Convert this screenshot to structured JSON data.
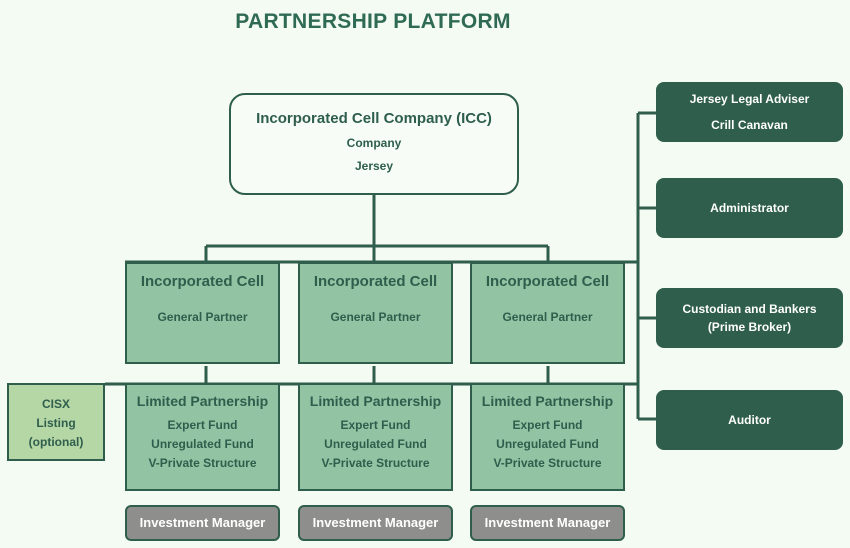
{
  "title": "PARTNERSHIP PLATFORM",
  "icc": {
    "name": "Incorporated Cell Company (ICC)",
    "type": "Company",
    "jurisdiction": "Jersey"
  },
  "cells": [
    {
      "name": "Incorporated Cell",
      "role": "General Partner"
    },
    {
      "name": "Incorporated Cell",
      "role": "General Partner"
    },
    {
      "name": "Incorporated Cell",
      "role": "General Partner"
    }
  ],
  "partnerships": [
    {
      "name": "Limited Partnership",
      "lines": [
        "Expert Fund",
        "Unregulated Fund",
        "V-Private Structure"
      ]
    },
    {
      "name": "Limited Partnership",
      "lines": [
        "Expert Fund",
        "Unregulated Fund",
        "V-Private Structure"
      ]
    },
    {
      "name": "Limited Partnership",
      "lines": [
        "Expert Fund",
        "Unregulated Fund",
        "V-Private Structure"
      ]
    }
  ],
  "managers": [
    "Investment Manager",
    "Investment Manager",
    "Investment Manager"
  ],
  "cisx": [
    "CISX",
    "Listing",
    "(optional)"
  ],
  "advisers": [
    {
      "lines": [
        "Jersey Legal Adviser",
        "Crill Canavan"
      ]
    },
    {
      "lines": [
        "Administrator"
      ]
    },
    {
      "lines": [
        "Custodian and Bankers",
        "(Prime Broker)"
      ]
    },
    {
      "lines": [
        "Auditor"
      ]
    }
  ],
  "colors": {
    "dark_green": "#2f5e4c",
    "cell_green": "#92c4a4",
    "cisx_green": "#b5d7a5",
    "manager_gray": "#8e8f8d"
  }
}
